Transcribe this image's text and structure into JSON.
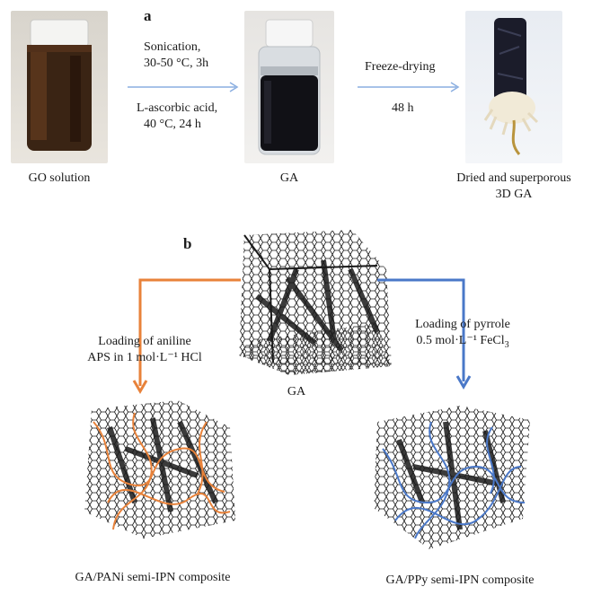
{
  "panel_a": {
    "letter": "a",
    "steps": [
      {
        "label": "GO solution"
      },
      {
        "label": "GA"
      },
      {
        "label_line1": "Dried and superporous",
        "label_line2": "3D GA"
      }
    ],
    "arrow1": {
      "top_line1": "Sonication,",
      "top_line2": "30-50 °C, 3h",
      "bottom_line1": "L-ascorbic acid,",
      "bottom_line2": "40 °C, 24 h"
    },
    "arrow2": {
      "top": "Freeze-drying",
      "bottom": "48 h"
    }
  },
  "panel_b": {
    "letter": "b",
    "center_label": "GA",
    "left_branch": {
      "line1": "Loading of aniline",
      "line2": "APS in 1 mol·L⁻¹ HCl",
      "color": "#e8823a",
      "result": "GA/PANi semi-IPN composite"
    },
    "right_branch": {
      "line1": "Loading of pyrrole",
      "line2_main": "0.5 mol·L⁻¹ FeCl",
      "line2_sub": "3",
      "color": "#4a78c8",
      "result": "GA/PPy semi-IPN composite"
    }
  },
  "colors": {
    "arrow_a": "#8aaee0",
    "solution_dark": "#2a1a10",
    "ga_dark": "#101018",
    "mesh": "#1a1a1a"
  }
}
